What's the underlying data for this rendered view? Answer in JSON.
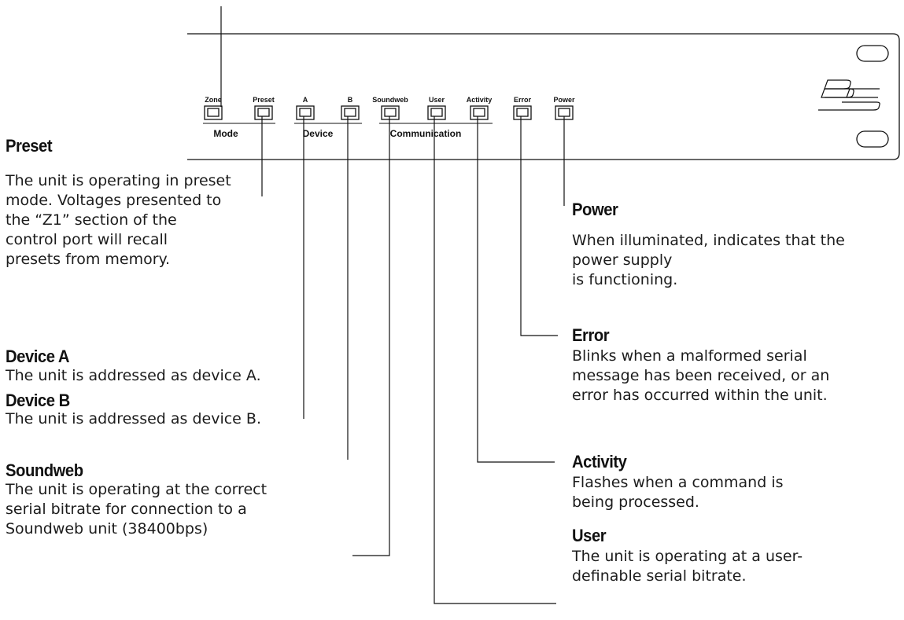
{
  "panel": {
    "led_labels": {
      "zone": "Zone",
      "preset": "Preset",
      "a": "A",
      "b": "B",
      "soundweb": "Soundweb",
      "user": "User",
      "activity": "Activity",
      "error": "Error",
      "power": "Power"
    },
    "group_labels": {
      "mode": "Mode",
      "device": "Device",
      "communication": "Communication"
    }
  },
  "callouts": {
    "preset": {
      "heading": "Preset",
      "text": "The unit is operating in preset\nmode. Voltages presented to\nthe “Z1” section of the\ncontrol port will recall\npresets from memory."
    },
    "device_a": {
      "heading": "Device A",
      "text": "The unit is addressed as device A."
    },
    "device_b": {
      "heading": "Device B",
      "text": "The unit is addressed as device B."
    },
    "soundweb": {
      "heading": "Soundweb",
      "text": "The unit is operating at the correct\nserial bitrate for connection to a\nSoundweb unit (38400bps)"
    },
    "power": {
      "heading": "Power",
      "text": "When illuminated, indicates that the\npower supply\nis functioning."
    },
    "error": {
      "heading": "Error",
      "text": "Blinks when a malformed serial\nmessage has been received, or an\nerror has occurred within the unit."
    },
    "activity": {
      "heading": "Activity",
      "text": "Flashes when a command is\nbeing processed."
    },
    "user": {
      "heading": "User",
      "text": "The unit is operating at a user-\ndefinable serial bitrate."
    }
  }
}
